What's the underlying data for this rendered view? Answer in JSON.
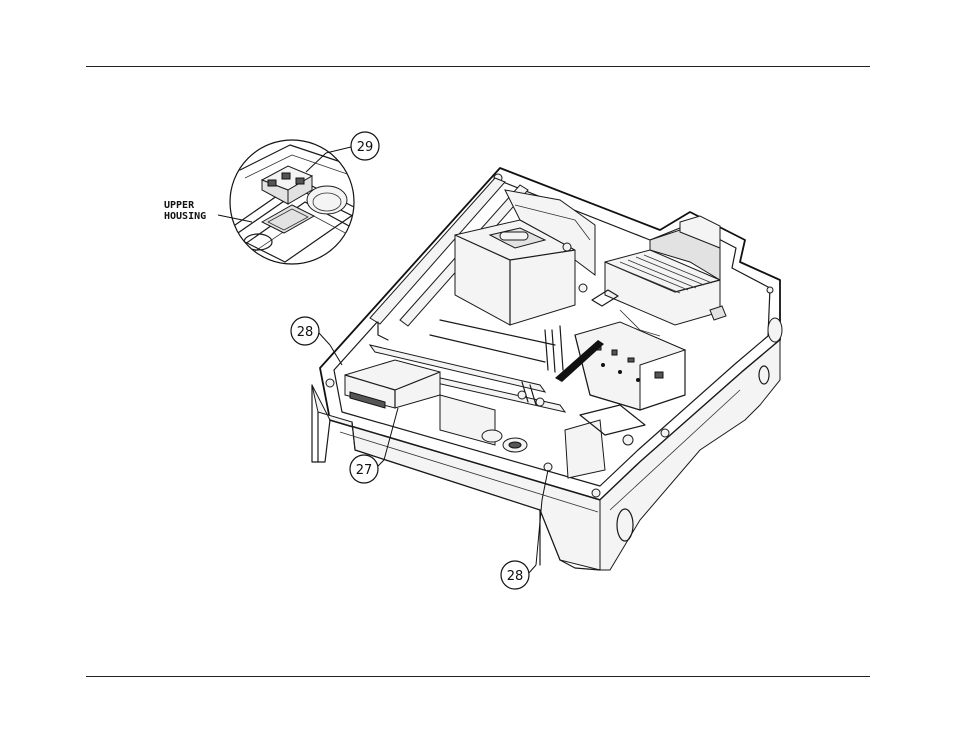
{
  "callouts": {
    "c29": "29",
    "c28_left": "28",
    "c27": "27",
    "c28_bottom": "28"
  },
  "detail_label": {
    "line1": "UPPER",
    "line2": "HOUSING"
  },
  "colors": {
    "line": "#1a1a1a",
    "background": "#ffffff"
  }
}
